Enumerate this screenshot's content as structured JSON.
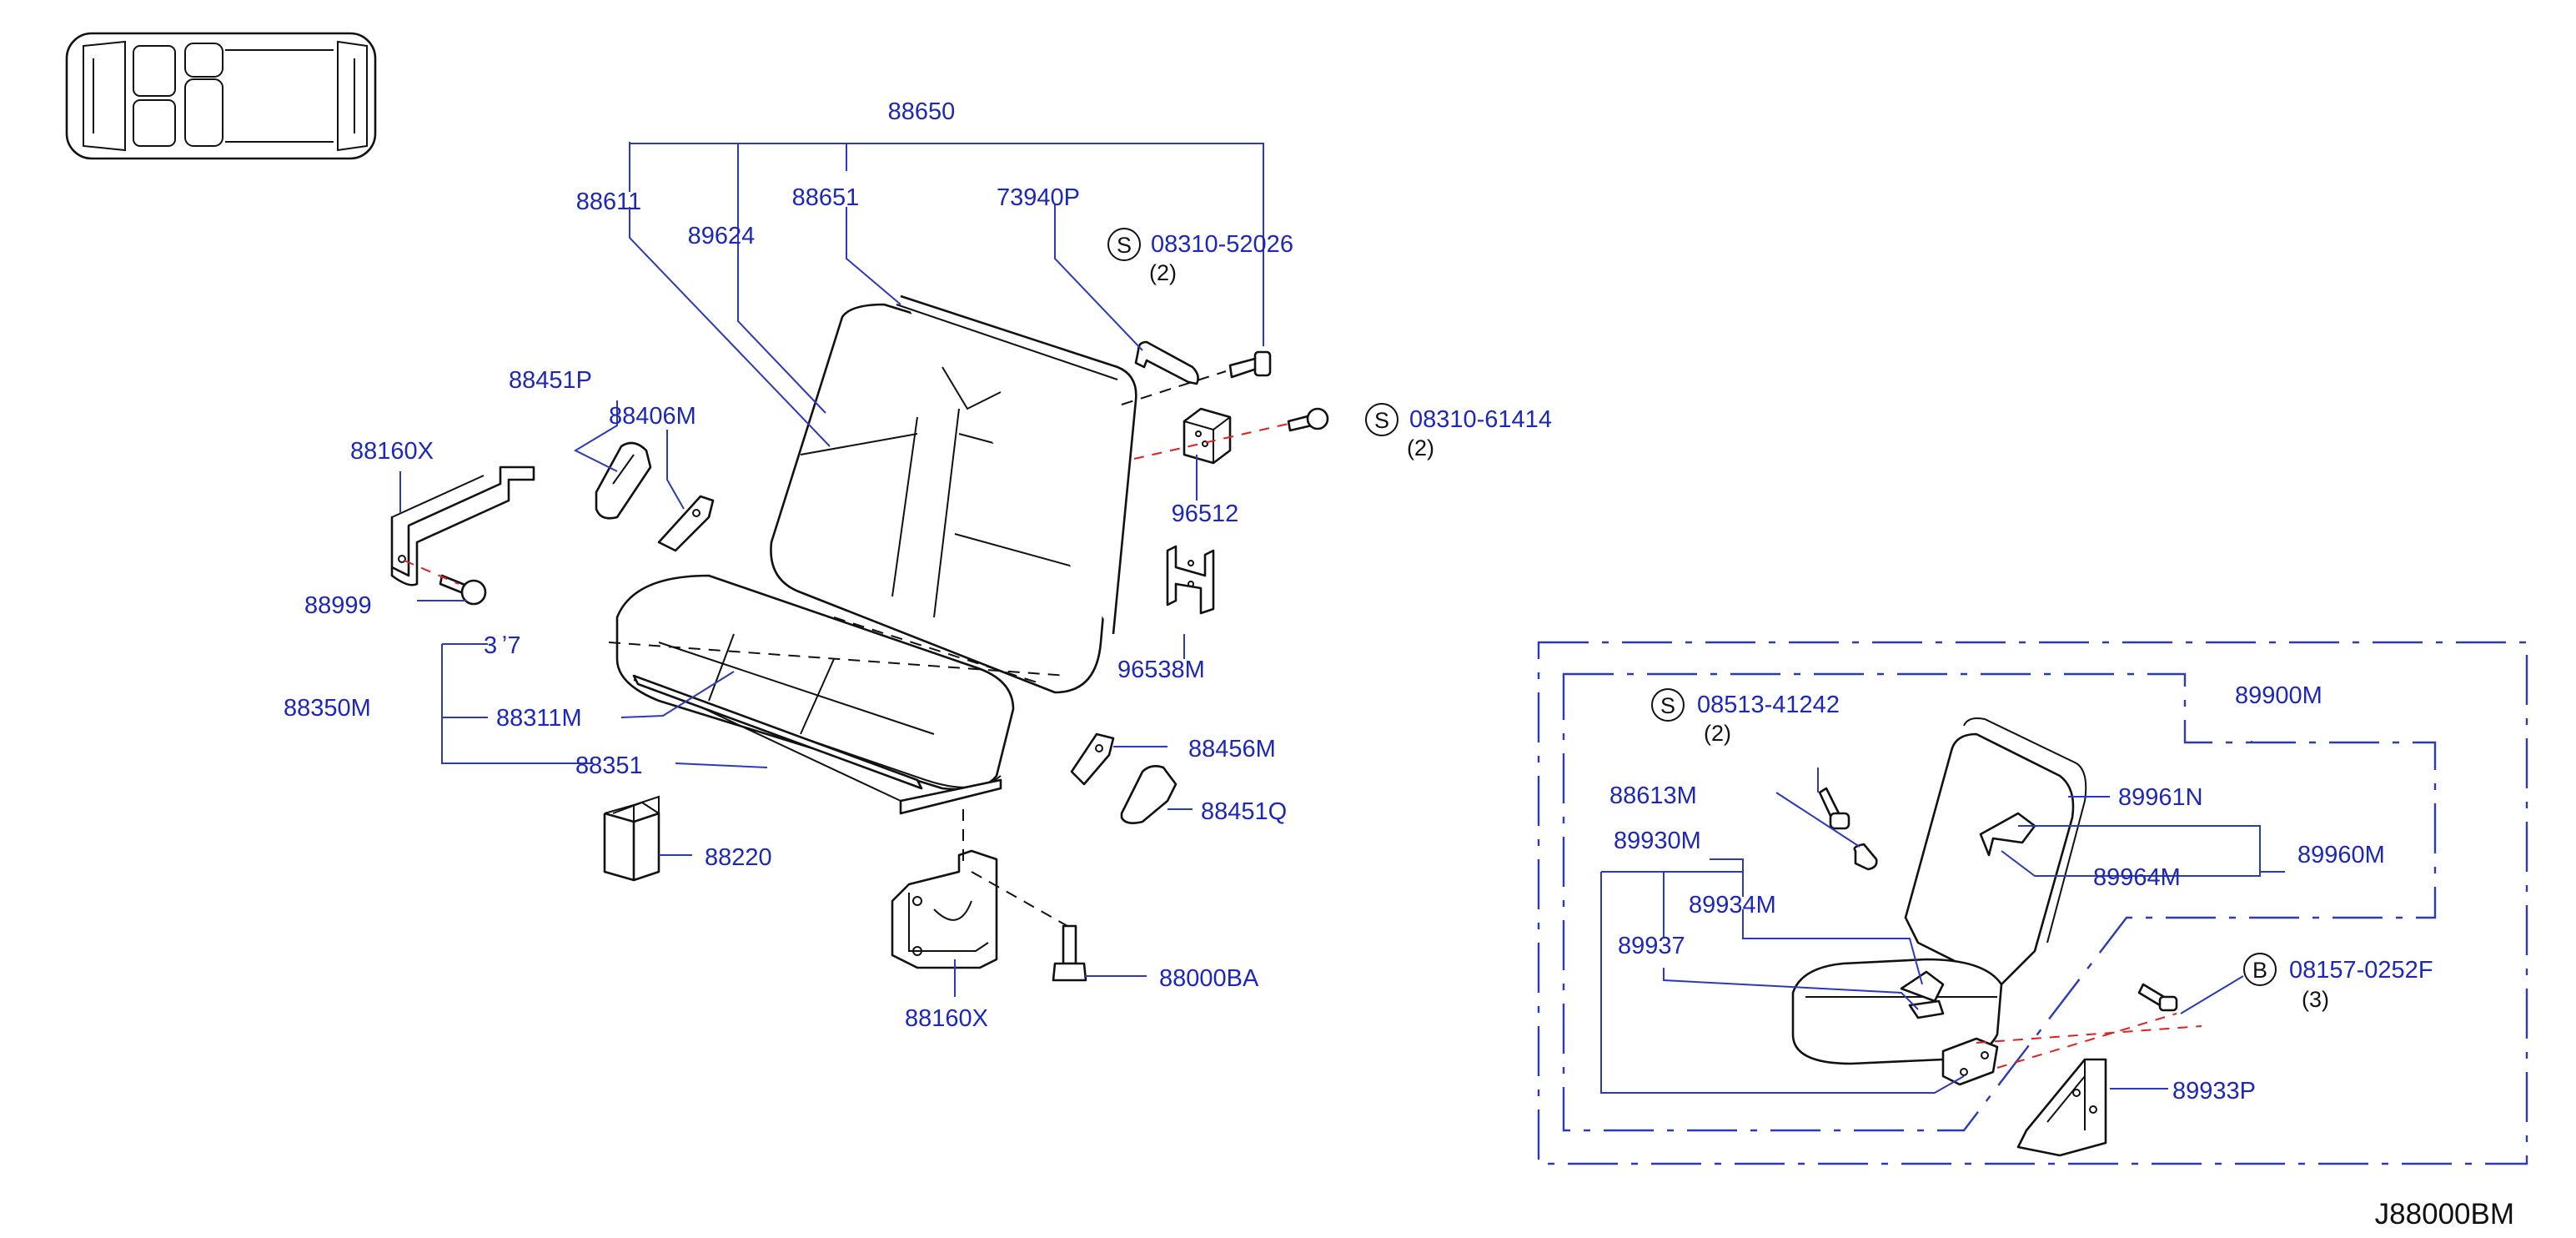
{
  "diagram": {
    "reference_code": "J88000BM",
    "labels": {
      "assy_main": "88650",
      "p88611": "88611",
      "p89624": "89624",
      "p88651": "88651",
      "p73940P": "73940P",
      "screw_52026": "08310-52026",
      "qty_52026": "(2)",
      "screw_61414": "08310-61414",
      "qty_61414": "(2)",
      "p96512": "96512",
      "p88451P": "88451P",
      "p88406M": "88406M",
      "p88160X_top": "88160X",
      "p88999": "88999",
      "p88307_partial": "3 ʼ7",
      "p96538M": "96538M",
      "p88350M": "88350M",
      "p88311M": "88311M",
      "p88351": "88351",
      "p88456M": "88456M",
      "p88451Q": "88451Q",
      "p88220": "88220",
      "p88000BA": "88000BA",
      "p88160X_bottom": "88160X",
      "p89900M": "89900M",
      "screw_41242": "08513-41242",
      "qty_41242": "(2)",
      "p88613M": "88613M",
      "p89961N": "89961N",
      "p89960M": "89960M",
      "p89964M": "89964M",
      "p89930M": "89930M",
      "p89934M": "89934M",
      "p89937": "89937",
      "bolt_0252F": "08157-0252F",
      "qty_0252F": "(3)",
      "p89933P": "89933P"
    },
    "circle_markers": {
      "s1": "S",
      "s2": "S",
      "s3": "S",
      "b1": "B"
    },
    "colors": {
      "label_blue": "#1d27b8",
      "leader_blue": "#2a3ab8",
      "outline": "#111111",
      "bolt_axis_red": "#e02020"
    }
  }
}
